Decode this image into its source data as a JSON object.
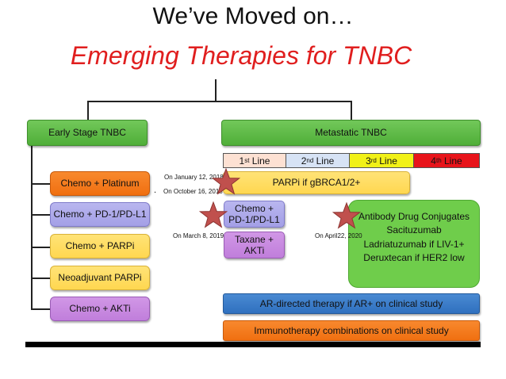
{
  "header": {
    "title": "We’ve Moved on…",
    "subtitle": "Emerging Therapies for TNBC"
  },
  "early_stage": {
    "heading": "Early Stage TNBC",
    "items": [
      "Chemo + Platinum",
      "Chemo + PD-1/PD-L1",
      "Chemo + PARPi",
      "Neoadjuvant PARPi",
      "Chemo + AKTi"
    ]
  },
  "metastatic": {
    "heading": "Metastatic TNBC",
    "lines": [
      {
        "num": "1",
        "sup": "st",
        "label": " Line",
        "color": "#fde1d3"
      },
      {
        "num": "2",
        "sup": "nd",
        "label": " Line",
        "color": "#d7e3f5"
      },
      {
        "num": "3",
        "sup": "rd",
        "label": " Line",
        "color": "#f1f117"
      },
      {
        "num": "4",
        "sup": "th",
        "label": " Line",
        "color": "#e8141b"
      }
    ],
    "parpi": "PARPi if gBRCA1/2+",
    "chemo_pd1_line1": "Chemo +",
    "chemo_pd1_line2": "PD-1/PD-L1",
    "taxane_line1": "Taxane +",
    "taxane_line2": "AKTi",
    "adc": [
      "Antibody Drug Conjugates",
      "Sacituzumab",
      "Ladriatuzumab if LIV-1+",
      "Deruxtecan if HER2 low"
    ],
    "ar": "AR-directed therapy if AR+ on clinical study",
    "immuno": "Immunotherapy combinations on clinical study"
  },
  "dates": {
    "jan": "On January 12, 2018",
    "oct": "On October 16, 2018",
    "mar": "On March 8, 2019",
    "apr": "On April22, 2020",
    "dot": "."
  },
  "colors": {
    "star": "#c0504d",
    "title_red": "#e01e1e"
  }
}
